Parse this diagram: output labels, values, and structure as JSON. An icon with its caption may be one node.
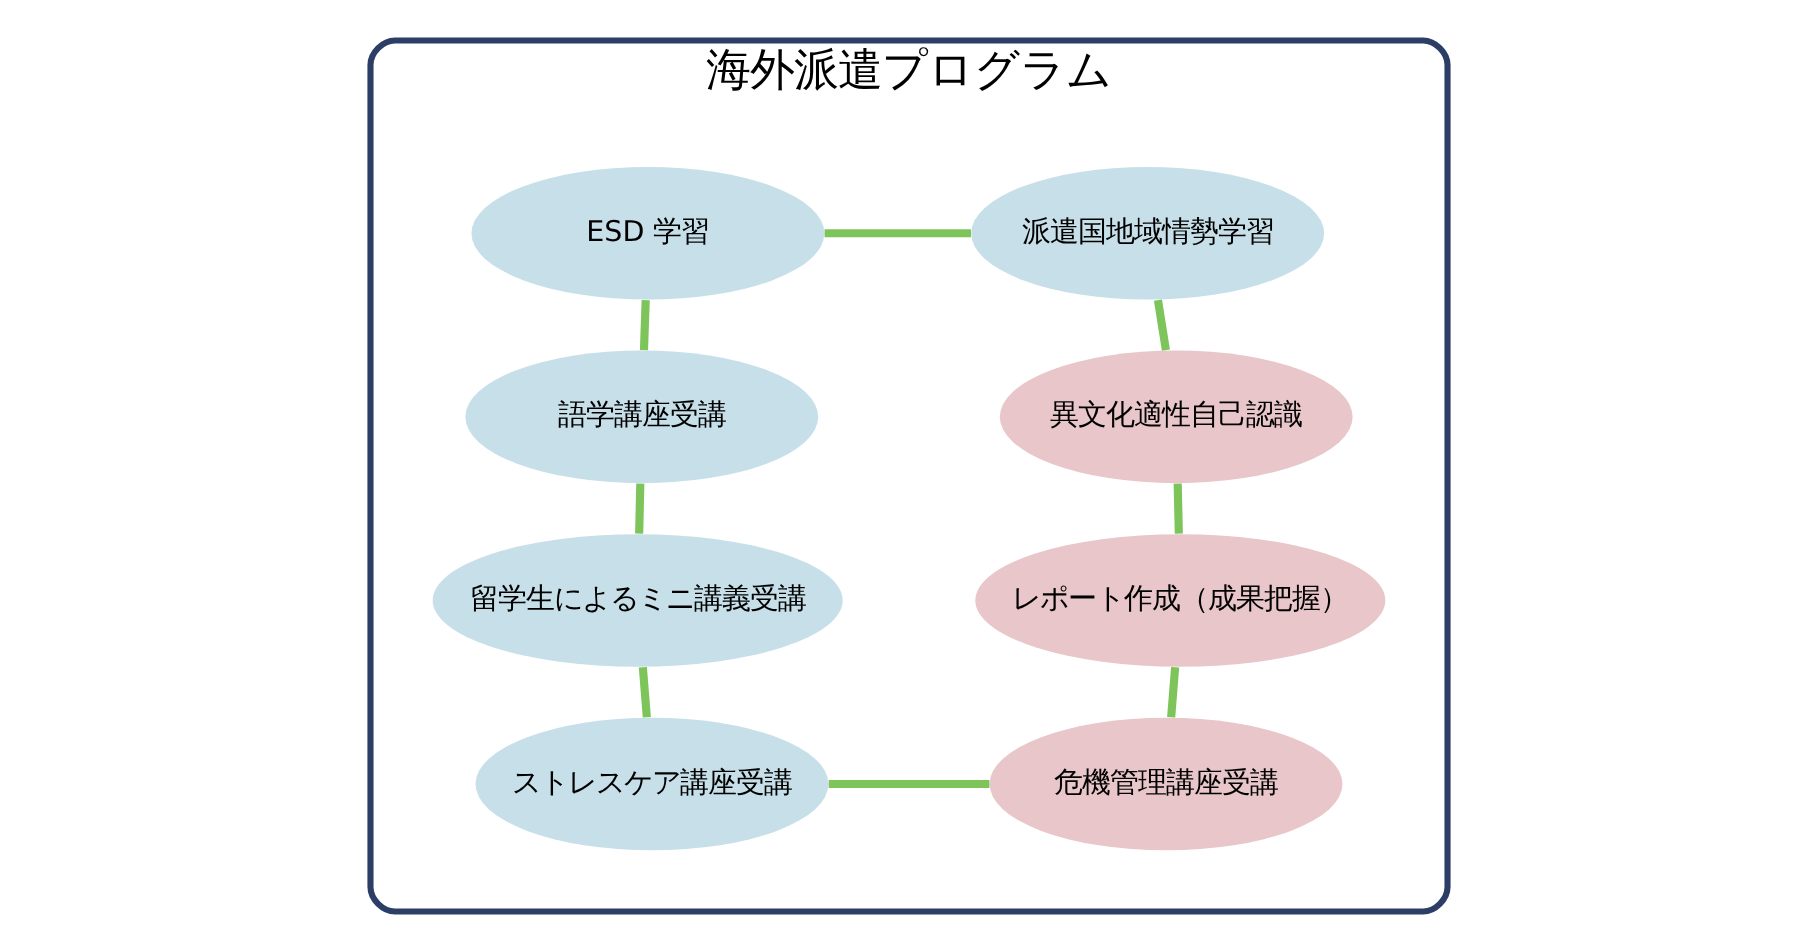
{
  "diagram": {
    "nodes": [
      {
        "text": [
          "海外派遣プログラム"
        ]
      },
      {
        "text": [
          "ESD 学習"
        ],
        "in": 0
      },
      {
        "text": [
          "派遣国地域情勢学習"
        ],
        "in": 0
      },
      {
        "text": [
          "異文化適性自己認識"
        ],
        "in": 0
      },
      {
        "text": [
          "レポート作成（成果把握）"
        ],
        "in": 0
      },
      {
        "text": [
          "危機管理講座受講"
        ],
        "in": 0
      },
      {
        "text": [
          "ストレスケア講座受講"
        ],
        "in": 0
      },
      {
        "text": [
          "留学生によるミニ講義受講"
        ],
        "in": 0
      },
      {
        "text": [
          "語学講座受講"
        ],
        "in": 0
      }
    ],
    "edges": [
      {
        "from": 1,
        "to": 2,
        "arrow": "none"
      },
      {
        "from": 2,
        "to": 3,
        "arrow": "none"
      },
      {
        "from": 3,
        "to": 4,
        "arrow": "none"
      },
      {
        "from": 4,
        "to": 5,
        "arrow": "none"
      },
      {
        "from": 5,
        "to": 6,
        "arrow": "none"
      },
      {
        "from": 6,
        "to": 7,
        "arrow": "none"
      },
      {
        "from": 7,
        "to": 8,
        "arrow": "none"
      },
      {
        "from": 8,
        "to": 1,
        "arrow": "none"
      }
    ]
  }
}
